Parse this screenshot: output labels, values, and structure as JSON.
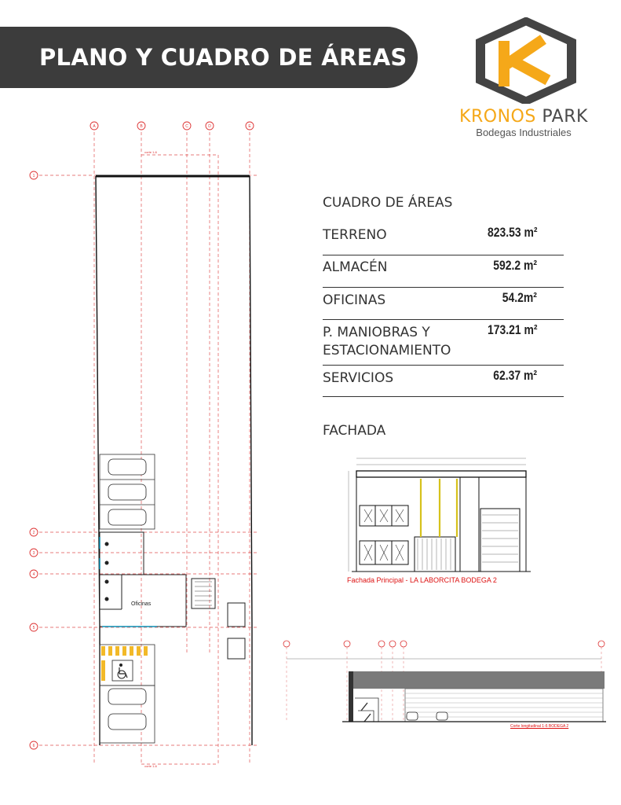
{
  "header": {
    "title": "PLANO Y CUADRO DE ÁREAS"
  },
  "brand": {
    "name_part1": "KRONOS",
    "name_part2": " PARK",
    "tagline": "Bodegas Industriales",
    "colors": {
      "orange": "#f5a819",
      "gray": "#4a4a4a"
    }
  },
  "areas": {
    "heading": "CUADRO DE ÁREAS",
    "rows": [
      {
        "label": "TERRENO",
        "value": "823.53 m²"
      },
      {
        "label": "ALMACÉN",
        "value": "592.2 m²"
      },
      {
        "label": "OFICINAS",
        "value": "54.2m²"
      },
      {
        "label": "P. MANIOBRAS Y",
        "label2": "ESTACIONAMIENTO",
        "value": "173.21 m²"
      },
      {
        "label": "SERVICIOS",
        "value": "62.37 m²"
      }
    ]
  },
  "fachada": {
    "heading": "FACHADA",
    "caption_front": "Fachada Principal - LA LABORCITA BODEGA 2",
    "caption_section": "Corte longitudinal 1-6 BODEGA 2"
  },
  "plan": {
    "office_label": "Oficinas",
    "grid_columns": [
      "A",
      "B",
      "C",
      "D",
      "E"
    ],
    "grid_rows": [
      "1",
      "2",
      "3",
      "4",
      "5",
      "6"
    ],
    "section_tag": "corte 1-6"
  }
}
